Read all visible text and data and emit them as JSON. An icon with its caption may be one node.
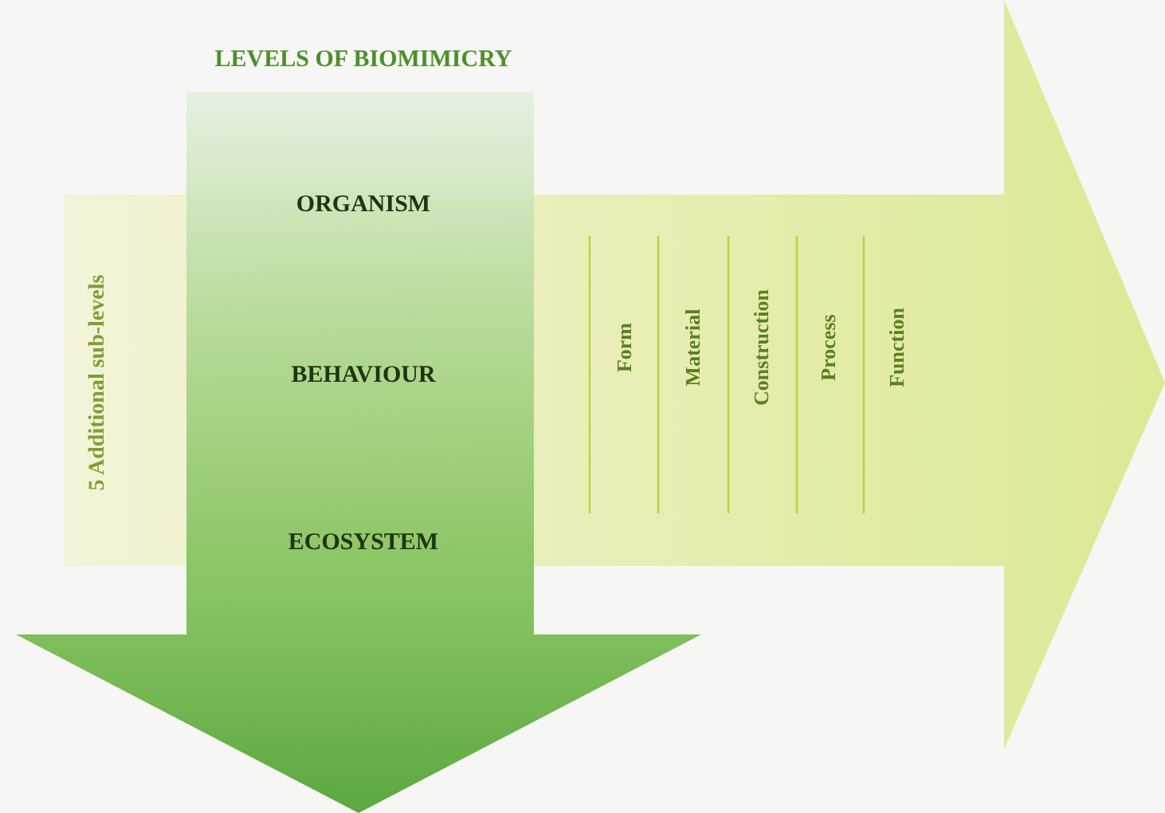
{
  "diagram": {
    "title": "LEVELS OF BIOMIMICRY",
    "labels": [
      "ORGANISM",
      "5 Additional sub-levels",
      "BEHAVIOUR",
      "Form",
      "Material",
      "Construction",
      "Process",
      "Function",
      "ECOSYSTEM"
    ]
  }
}
